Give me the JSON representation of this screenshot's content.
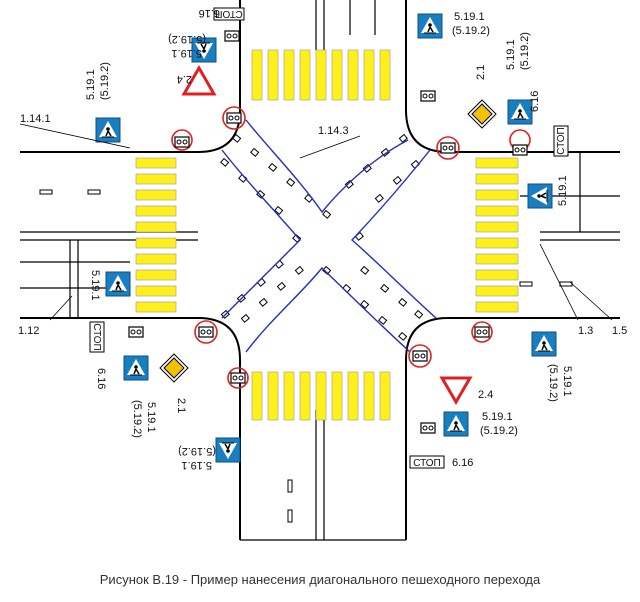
{
  "caption": "Рисунок В.19 - Пример нанесения диагонального пешеходного перехода",
  "labels": {
    "l_1_14_1": "1.14.1",
    "l_1_14_3": "1.14.3",
    "l_1_12": "1.12",
    "l_1_3": "1.3",
    "l_1_5": "1.5",
    "l_2_1": "2.1",
    "l_2_4": "2.4",
    "l_5_19_1": "5.19.1",
    "l_5_19_2": "(5.19.2)",
    "l_6_16": "6.16",
    "stop": "СТОП"
  },
  "colors": {
    "zebra": "#ffef1a",
    "sign_blue": "#1a7fc1",
    "diamond": "#f2c200",
    "blue_curve": "#2030c0",
    "red_circle": "#e02020"
  }
}
